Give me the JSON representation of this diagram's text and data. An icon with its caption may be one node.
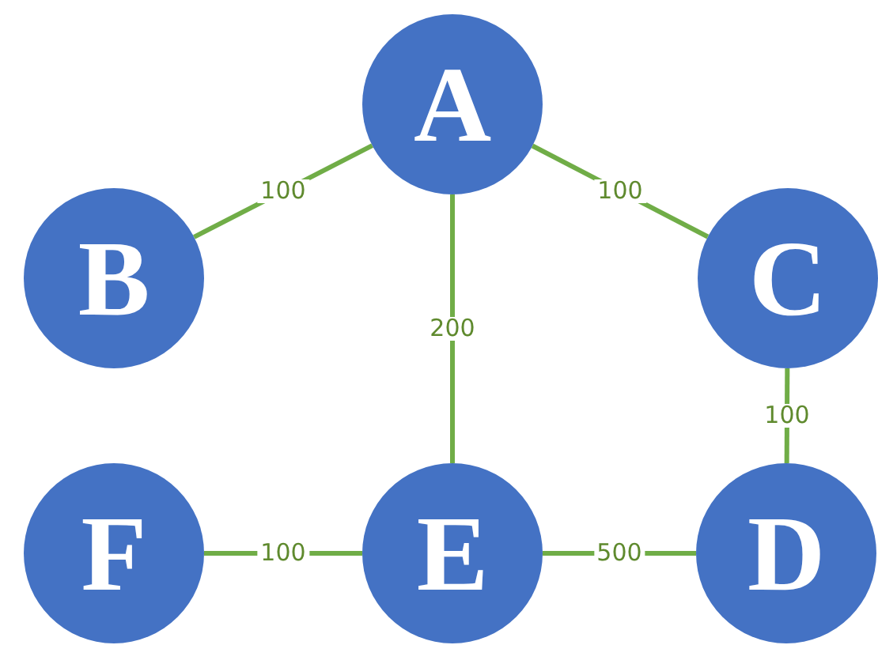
{
  "diagram": {
    "nodes": [
      {
        "text": [
          "A"
        ]
      },
      {
        "text": [
          "B"
        ]
      },
      {
        "text": [
          "C"
        ]
      },
      {
        "text": [
          "F"
        ]
      },
      {
        "text": [
          "E"
        ]
      },
      {
        "text": [
          "D"
        ]
      }
    ],
    "edges": [
      {
        "from": 0,
        "to": 1,
        "arrow": "none",
        "label": "100"
      },
      {
        "from": 0,
        "to": 2,
        "arrow": "none",
        "label": "100"
      },
      {
        "from": 0,
        "to": 4,
        "arrow": "none",
        "label": "200"
      },
      {
        "from": 2,
        "to": 5,
        "arrow": "none",
        "label": "100"
      },
      {
        "from": 4,
        "to": 5,
        "arrow": "none",
        "label": "500"
      },
      {
        "from": 3,
        "to": 4,
        "arrow": "none",
        "label": "100"
      }
    ]
  }
}
